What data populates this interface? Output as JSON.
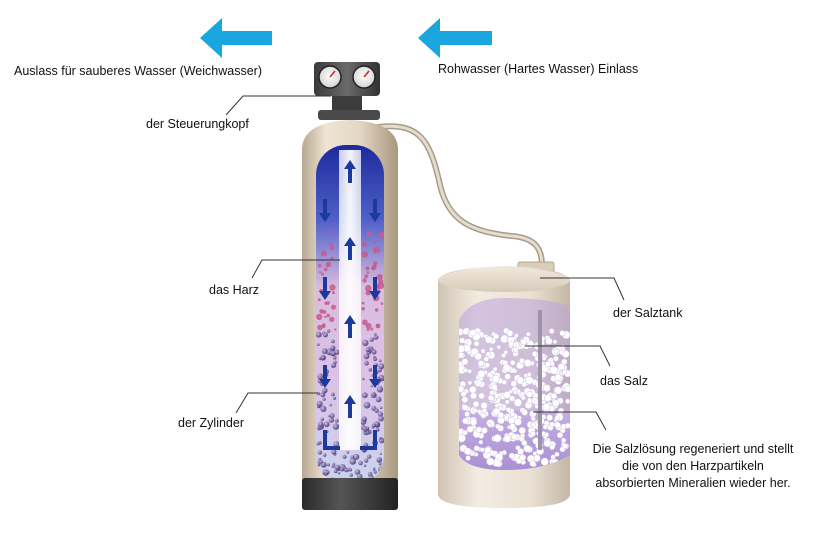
{
  "labels": {
    "outlet": "Auslass für sauberes Wasser (Weichwasser)",
    "inlet": "Rohwasser (Hartes Wasser) Einlass",
    "control_head": "der Steuerungkopf",
    "resin": "das Harz",
    "cylinder": "der Zylinder",
    "salt_tank": "der Salztank",
    "salt": "das Salz",
    "brine_line1": "Die Salzlösung regeneriert und stellt",
    "brine_line2": "die von den Harzpartikeln",
    "brine_line3": "absorbierten Mineralien wieder her."
  },
  "icons": {
    "outlet_arrow": "arrow-left-icon",
    "inlet_arrow": "arrow-left-icon",
    "gauges": "pressure-gauge-icon",
    "flow_arrows": "arrow-up-icon / arrow-down-icon"
  },
  "colors": {
    "flow_arrow": "#1aa7e0",
    "cylinder_body": "#e6d9c8",
    "water_blue": "#2b3fb0",
    "resin_pink": "#e8b7d6",
    "brine_purple": "#b59ad8",
    "internal_arrow": "#1a3a9e",
    "tank_body": "#ece4d8",
    "base": "#3a3a3a",
    "leader_line": "#333333"
  }
}
